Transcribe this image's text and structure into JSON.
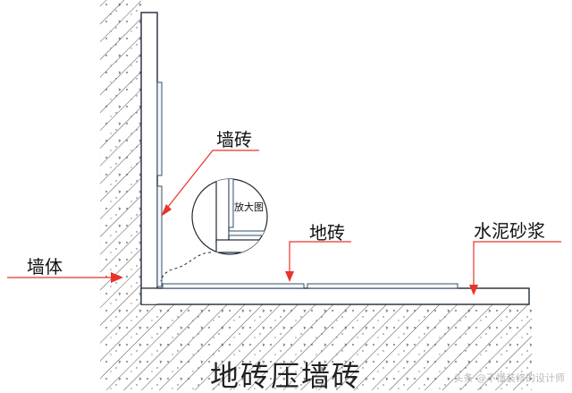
{
  "labels": {
    "wall_tile": "墙砖",
    "floor_tile": "地砖",
    "mortar": "水泥砂浆",
    "wall": "墙体",
    "zoom": "放大图"
  },
  "title": "地砖压墙砖",
  "watermark": "头条 @不懂装修的设计师",
  "colors": {
    "line": "#1f2a36",
    "arrow": "#e8342a",
    "tile_stroke": "#3a4f66",
    "tile_fill": "#f4f8fb",
    "hatch": "#3c3c3c"
  }
}
